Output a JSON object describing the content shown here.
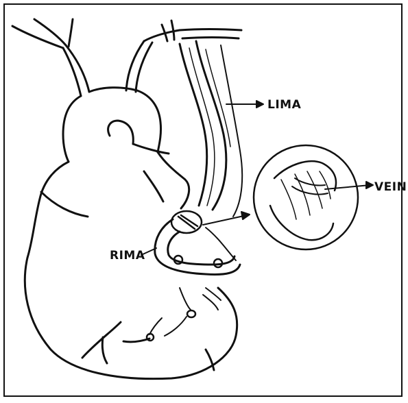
{
  "figure": {
    "description_labels": {
      "lima": "LIMA",
      "rima": "RIMA",
      "vein": "VEIN"
    },
    "ink_color": "#111111",
    "background_color": "#ffffff"
  }
}
